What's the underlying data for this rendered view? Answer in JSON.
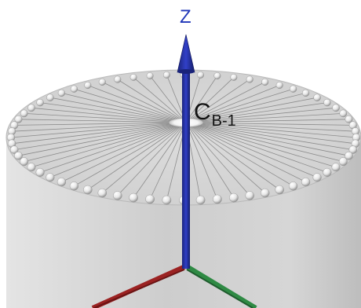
{
  "axes": {
    "z_label": "Z",
    "z_color": "#1f2a8c",
    "x_color": "#9b2222",
    "y_color": "#2f8a44"
  },
  "center_label": {
    "main": "C",
    "subscript": "B-1"
  },
  "ring": {
    "bead_count": 64
  },
  "colors": {
    "cylinder": "#cfcfcf",
    "top_face": "#d8d8d8",
    "spokes": "#8c8c8c",
    "beads": "#f2f2f2"
  }
}
